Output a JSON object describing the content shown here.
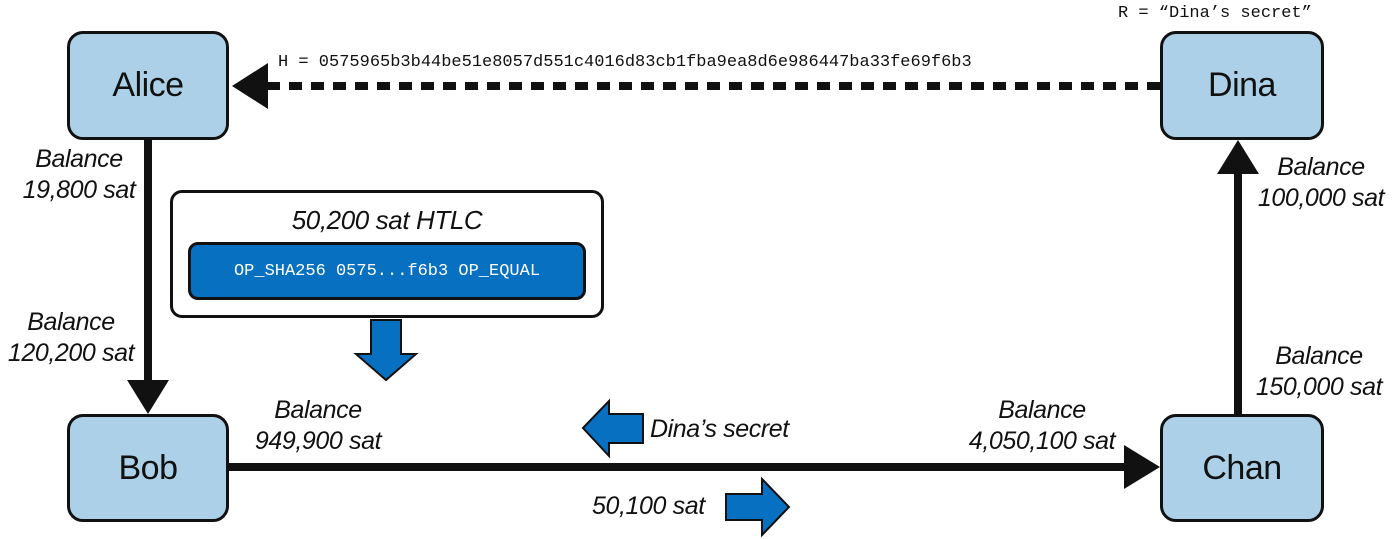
{
  "nodes": {
    "alice": "Alice",
    "bob": "Bob",
    "chan": "Chan",
    "dina": "Dina"
  },
  "hash_label": "H = 0575965b3b44be51e8057d551c4016d83cb1fba9ea8d6e986447ba33fe69f6b3",
  "secret_label": "R = “Dina’s secret”",
  "balances": {
    "alice_side": [
      "Balance",
      "19,800 sat"
    ],
    "bob_alice_side": [
      "Balance",
      "120,200 sat"
    ],
    "bob_chan_side": [
      "Balance",
      "949,900 sat"
    ],
    "chan_bob_side": [
      "Balance",
      "4,050,100 sat"
    ],
    "chan_dina_side": [
      "Balance",
      "150,000 sat"
    ],
    "dina_side": [
      "Balance",
      "100,000 sat"
    ]
  },
  "htlc": {
    "title": "50,200 sat HTLC",
    "script": "OP_SHA256 0575...f6b3 OP_EQUAL"
  },
  "flows": {
    "secret_back": "Dina’s secret",
    "payment_forward": "50,100 sat"
  },
  "colors": {
    "node_fill": "#acd0e7",
    "accent_blue": "#0870c0",
    "line": "#111111"
  }
}
